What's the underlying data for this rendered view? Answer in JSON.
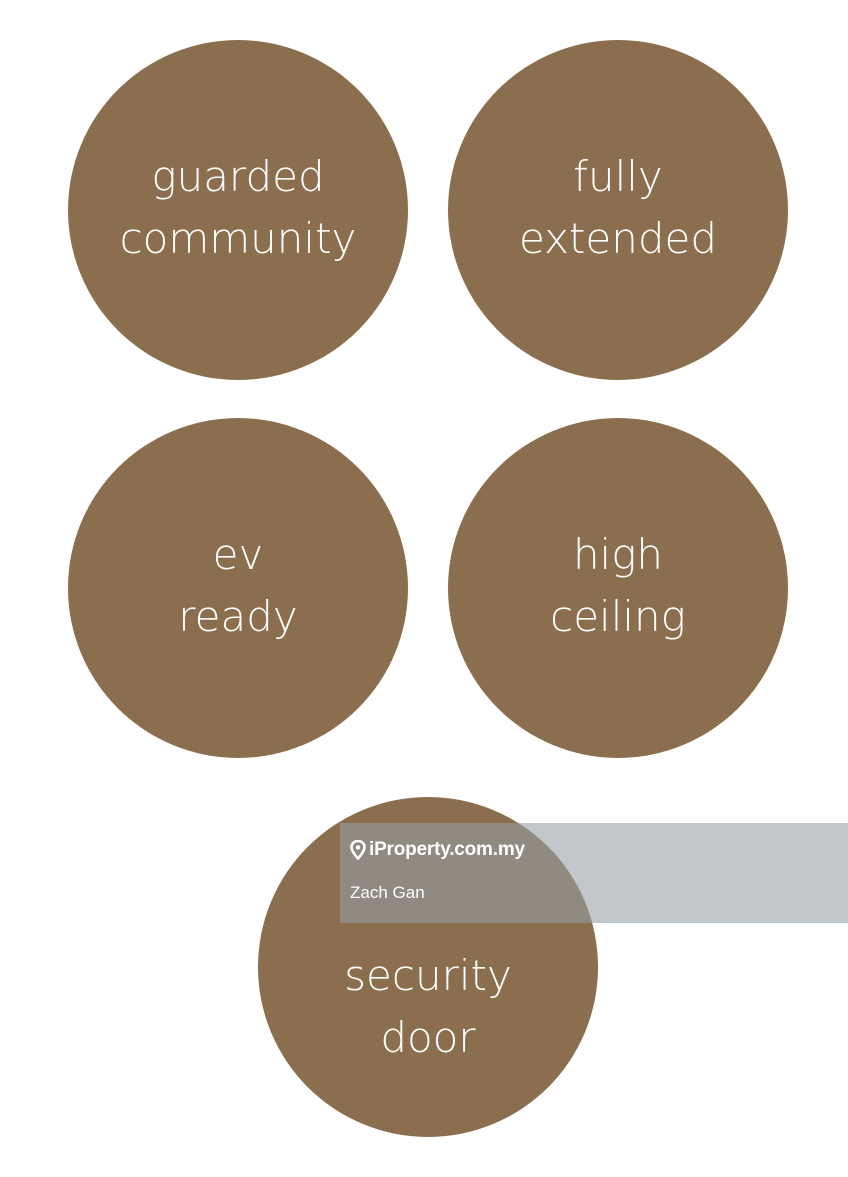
{
  "colors": {
    "circle": "#8b6e4e",
    "text": "#ffffff",
    "watermark_overlay": "#969ea6"
  },
  "features": [
    {
      "line1": "guarded",
      "line2": "community"
    },
    {
      "line1": "fully",
      "line2": "extended"
    },
    {
      "line1": "ev",
      "line2": "ready"
    },
    {
      "line1": "high",
      "line2": "ceiling"
    },
    {
      "line1": "security",
      "line2": "door"
    }
  ],
  "watermark": {
    "icon": "location-pin-icon",
    "brand": "iProperty.com.my",
    "agent": "Zach Gan"
  }
}
